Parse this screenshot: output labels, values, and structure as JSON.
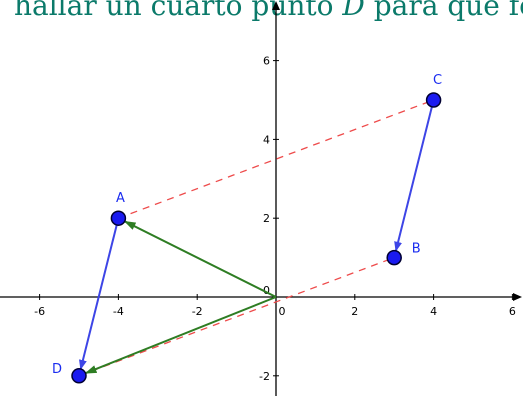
{
  "title": {
    "before": "hallar un cuarto punto ",
    "variable": "D",
    "after": " para que for"
  },
  "axes": {
    "x_ticks": [
      {
        "value": -6,
        "label": "-6"
      },
      {
        "value": -4,
        "label": "-4"
      },
      {
        "value": -2,
        "label": "-2"
      },
      {
        "value": 0,
        "label": "0"
      },
      {
        "value": 2,
        "label": "2"
      },
      {
        "value": 4,
        "label": "4"
      },
      {
        "value": 6,
        "label": "6"
      }
    ],
    "y_ticks": [
      {
        "value": -2,
        "label": "-2"
      },
      {
        "value": 2,
        "label": "2"
      },
      {
        "value": 4,
        "label": "4"
      },
      {
        "value": 6,
        "label": "6"
      }
    ],
    "origin_label": "0"
  },
  "colors": {
    "point_fill": "#1a1af0",
    "point_stroke": "#000033",
    "blue_vector": "#3d45e6",
    "green_vector": "#2e7d23",
    "dashed_line": "#ee4b4b",
    "title": "#0b7a6a"
  },
  "points": [
    {
      "id": "A",
      "label": "A",
      "x": -4,
      "y": 2
    },
    {
      "id": "B",
      "label": "B",
      "x": 3,
      "y": 1
    },
    {
      "id": "C",
      "label": "C",
      "x": 4,
      "y": 5
    },
    {
      "id": "D",
      "label": "D",
      "x": -5,
      "y": -2
    }
  ],
  "vectors": [
    {
      "id": "c-to-b",
      "from": [
        4,
        5
      ],
      "to": [
        3,
        1
      ],
      "color": "blue"
    },
    {
      "id": "a-to-d",
      "from": [
        -4,
        2
      ],
      "to": [
        -5,
        -2
      ],
      "color": "blue"
    },
    {
      "id": "o-to-a",
      "from": [
        0,
        0
      ],
      "to": [
        -4,
        2
      ],
      "color": "green"
    },
    {
      "id": "o-to-d",
      "from": [
        0,
        0
      ],
      "to": [
        -5,
        -2
      ],
      "color": "green"
    }
  ],
  "dashed_segments": [
    {
      "id": "a-to-c",
      "from": [
        -4,
        2
      ],
      "to": [
        4,
        5
      ]
    },
    {
      "id": "d-to-b",
      "from": [
        -5,
        -2
      ],
      "to": [
        3,
        1
      ]
    }
  ]
}
